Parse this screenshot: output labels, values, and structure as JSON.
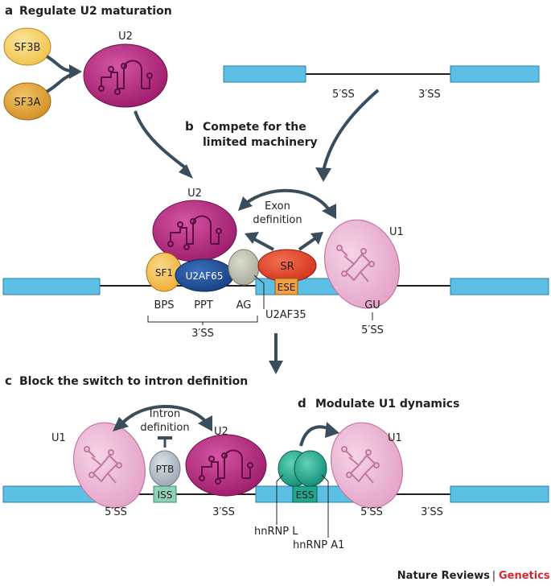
{
  "panels": {
    "a": {
      "letter": "a",
      "title": "Regulate U2 maturation"
    },
    "b": {
      "letter": "b",
      "title_line1": "Compete for the",
      "title_line2": "limited machinery"
    },
    "c": {
      "letter": "c",
      "title": "Block the switch to intron definition"
    },
    "d": {
      "letter": "d",
      "title": "Modulate U1 dynamics"
    }
  },
  "labels": {
    "sf3b": "SF3B",
    "sf3a": "SF3A",
    "u2": "U2",
    "u1": "U1",
    "ss5": "5′SS",
    "ss3": "3′SS",
    "exon_def_1": "Exon",
    "exon_def_2": "definition",
    "intron_def_1": "Intron",
    "intron_def_2": "definition",
    "sf1": "SF1",
    "u2af65": "U2AF65",
    "sr": "SR",
    "ese": "ESE",
    "bps": "BPS",
    "ppt": "PPT",
    "ag": "AG",
    "u2af35": "U2AF35",
    "gu": "GU",
    "ptb": "PTB",
    "iss": "ISS",
    "ess": "ESS",
    "hnrnpl": "hnRNP L",
    "hnrnpa1": "hnRNP A1"
  },
  "footer": {
    "journal": "Nature Reviews",
    "separator": "|",
    "section": "Genetics"
  },
  "colors": {
    "exon": "#5bc0e3",
    "u2": "#b5267f",
    "u1": "#ebb3d3",
    "sf3b": "#f5d36a",
    "sf3a": "#e0a43a",
    "sf1": "#f7c35a",
    "u2af65": "#1f4f99",
    "u2af35": "#c9c9b8",
    "sr": "#e8452a",
    "ese": "#f0a045",
    "ptb": "#b8c2cc",
    "iss": "#8fd1b6",
    "hnrnp": "#1fa88e",
    "arrow": "#3a4d5c",
    "footer_accent": "#d7262f"
  }
}
